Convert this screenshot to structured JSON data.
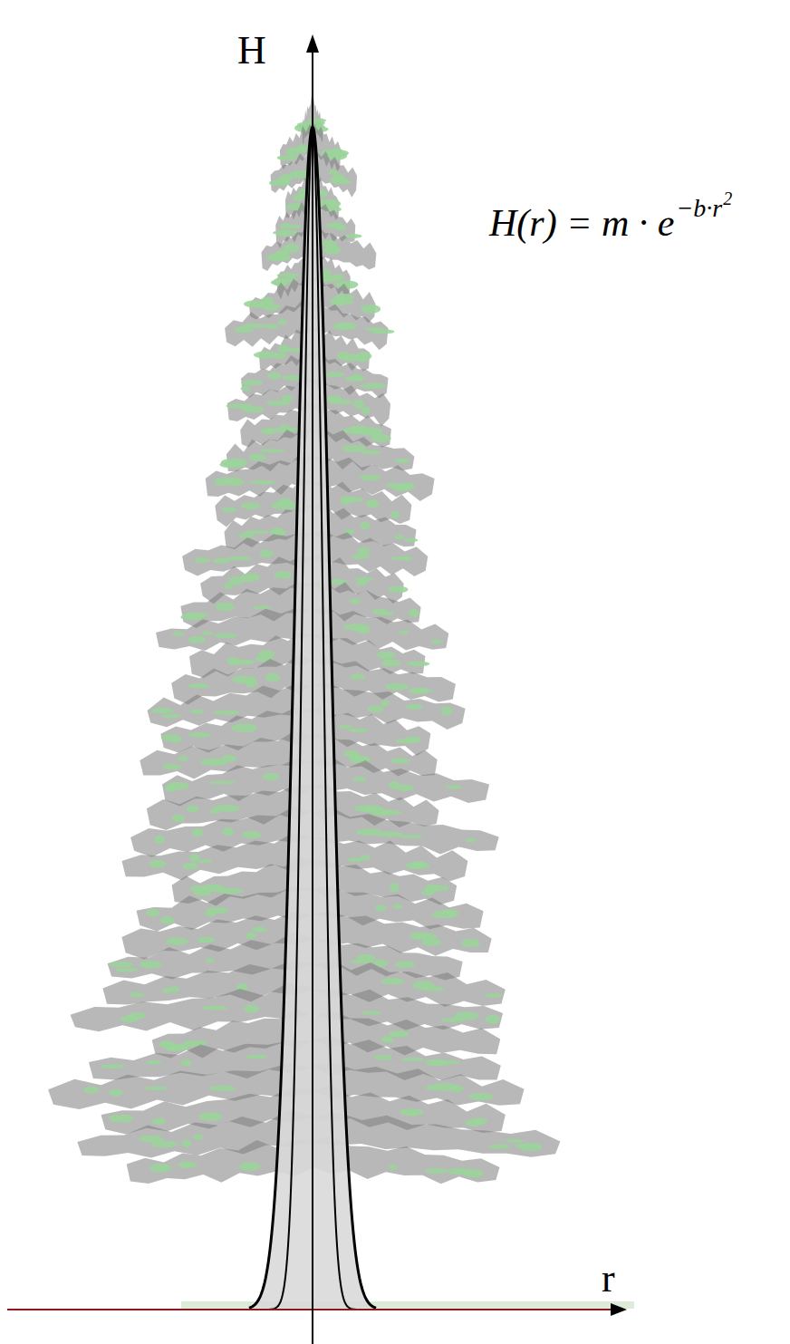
{
  "diagram": {
    "labels": [
      "H",
      "r",
      "H(r) = m · e",
      "−b·r",
      "2"
    ]
  }
}
